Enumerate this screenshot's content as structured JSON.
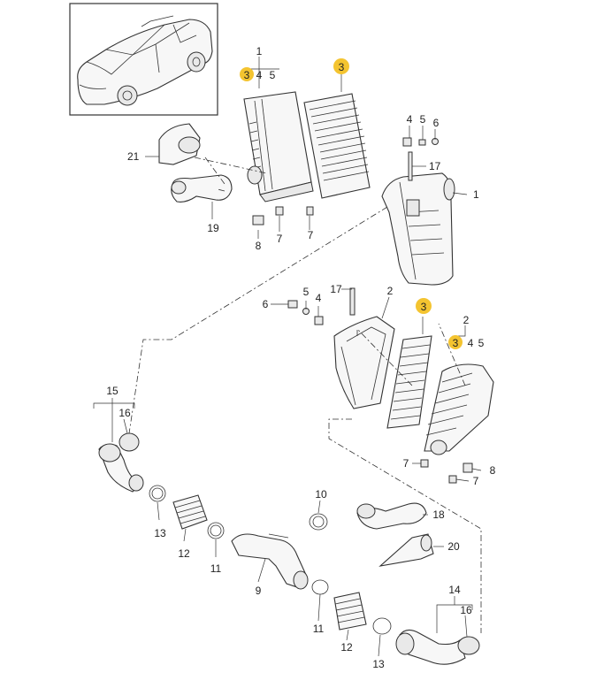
{
  "callouts": {
    "c_1_top": "1",
    "c_3_top": "3",
    "c_4_top": "4",
    "c_5_top": "5",
    "c_3_filter_top": "3",
    "c_4_right": "4",
    "c_5_right": "5",
    "c_6_right": "6",
    "c_17_right": "17",
    "c_1_right": "1",
    "c_21": "21",
    "c_19": "19",
    "c_8_top": "8",
    "c_7_top_a": "7",
    "c_7_top_b": "7",
    "c_17_mid": "17",
    "c_2_mid": "2",
    "c_6_mid": "6",
    "c_5_mid": "5",
    "c_4_mid": "4",
    "c_3_filter_mid": "3",
    "c_2_right": "2",
    "c_3_right": "3",
    "c_4_rb": "4",
    "c_5_rb": "5",
    "c_7_mid_a": "7",
    "c_7_mid_b": "7",
    "c_8_mid": "8",
    "c_15": "15",
    "c_16_left": "16",
    "c_13_left": "13",
    "c_12_left": "12",
    "c_11_left": "11",
    "c_10": "10",
    "c_9": "9",
    "c_18": "18",
    "c_20": "20",
    "c_11_bottom": "11",
    "c_12_bottom": "12",
    "c_13_bottom": "13",
    "c_14": "14",
    "c_16_right": "16"
  },
  "colors": {
    "highlight": "#f4c430",
    "line": "#333333"
  }
}
